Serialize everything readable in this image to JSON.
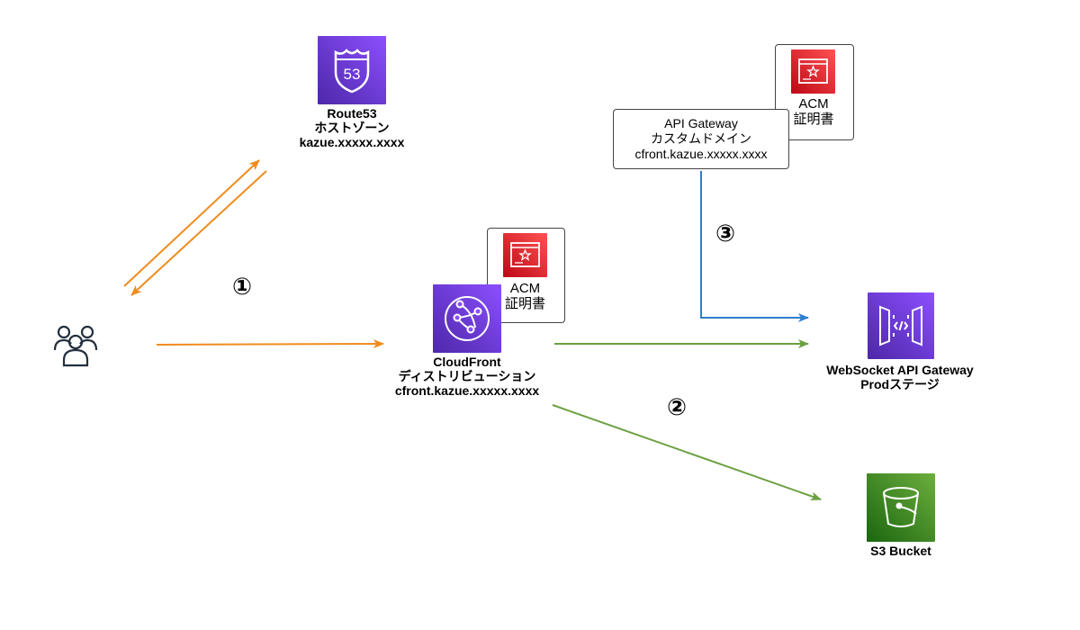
{
  "route53": {
    "title": "Route53",
    "subtitle": "ホストゾーン",
    "domain": "kazue.xxxxx.xxxx",
    "icon": "route53-icon"
  },
  "cloudfront": {
    "title": "CloudFront",
    "subtitle": "ディストリビューション",
    "domain": "cfront.kazue.xxxxx.xxxx",
    "icon": "cloudfront-icon"
  },
  "acm_cloudfront": {
    "title": "ACM",
    "subtitle": "証明書",
    "icon": "acm-certificate-icon"
  },
  "acm_gateway": {
    "title": "ACM",
    "subtitle": "証明書",
    "icon": "acm-certificate-icon"
  },
  "gateway_domain": {
    "line1": "API Gateway",
    "line2": "カスタムドメイン",
    "line3": "cfront.kazue.xxxxx.xxxx"
  },
  "websocket": {
    "title": "WebSocket API Gateway",
    "subtitle": "Prodステージ",
    "icon": "api-gateway-icon"
  },
  "s3": {
    "title": "S3 Bucket",
    "icon": "s3-bucket-icon"
  },
  "users": {
    "icon": "users-icon"
  },
  "steps": {
    "one": "①",
    "two": "②",
    "three": "③"
  },
  "colors": {
    "route53_purple": "#8C4FFF",
    "api_purple": "#8C4FFF",
    "acm_red": "#DD344C",
    "s3_green": "#3F8624",
    "orange_arrow": "#F08C1E",
    "green_arrow": "#6BA040",
    "blue_arrow": "#2F7FD1"
  }
}
